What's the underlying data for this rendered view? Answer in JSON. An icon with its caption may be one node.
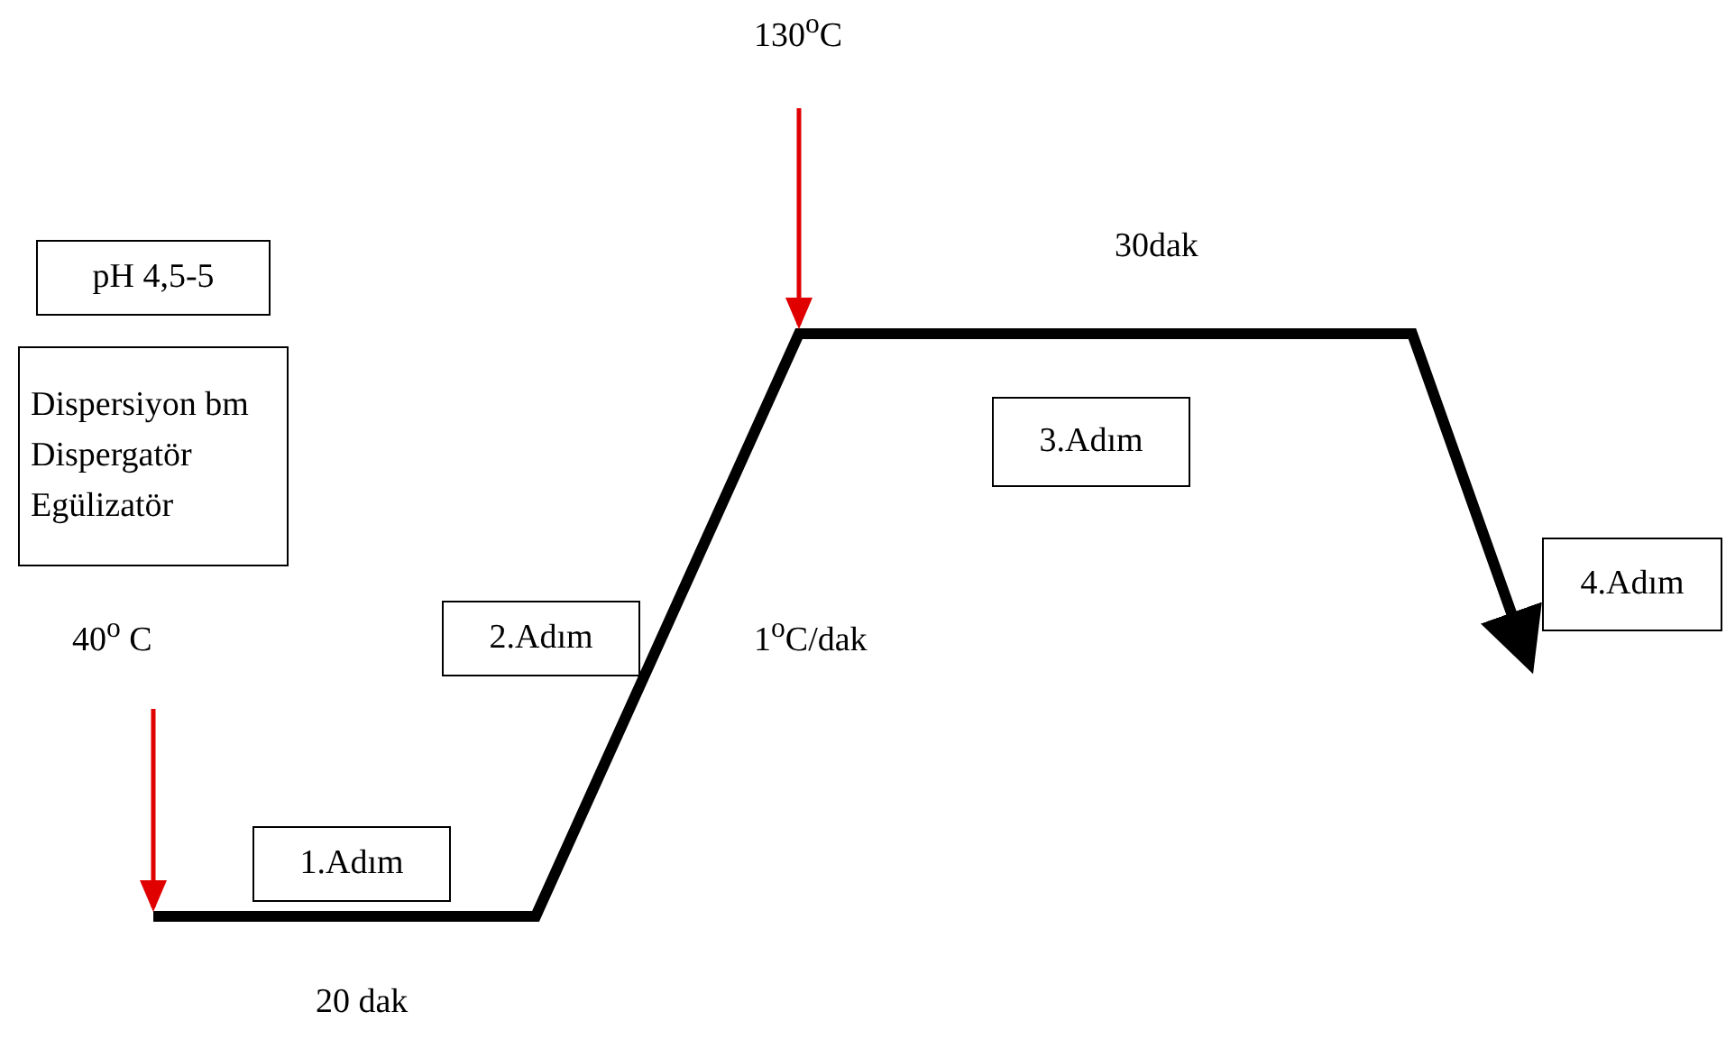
{
  "diagram": {
    "nodes": [
      {
        "text": [
          "pH 4,5-5"
        ]
      },
      {
        "text": [
          "Dispersiyon bm",
          "Dispergatör",
          "Egülizatör"
        ]
      },
      {
        "text": [
          "1.Adım"
        ]
      },
      {
        "text": [
          "2.Adım"
        ]
      },
      {
        "text": [
          "3.Adım"
        ]
      },
      {
        "text": [
          "4.Adım"
        ]
      }
    ],
    "labels": [
      "130$^{o}$C",
      "30dak",
      "40$^{o}$ C",
      "1$^{o}$C/dak",
      "20 dak"
    ]
  }
}
